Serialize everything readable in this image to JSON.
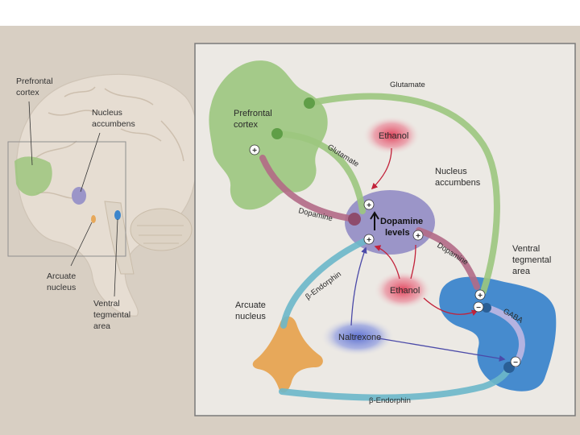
{
  "left_panel": {
    "labels": {
      "prefrontal_cortex": [
        "Prefrontal",
        "cortex"
      ],
      "nucleus_accumbens": [
        "Nucleus",
        "accumbens"
      ],
      "arcuate_nucleus": [
        "Arcuate",
        "nucleus"
      ],
      "ventral_tegmental_area": [
        "Ventral",
        "tegmental",
        "area"
      ]
    }
  },
  "right_panel": {
    "regions": {
      "prefrontal_cortex": [
        "Prefrontal",
        "cortex"
      ],
      "nucleus_accumbens": [
        "Nucleus",
        "accumbens"
      ],
      "dopamine_levels": [
        "Dopamine",
        "levels"
      ],
      "ventral_tegmental_area": [
        "Ventral",
        "tegmental",
        "area"
      ],
      "arcuate_nucleus": [
        "Arcuate",
        "nucleus"
      ]
    },
    "drugs": {
      "ethanol_top": "Ethanol",
      "ethanol_bottom": "Ethanol",
      "naltrexone": "Naltrexone"
    },
    "pathways": {
      "glutamate_top": "Glutamate",
      "glutamate_mid": "Glutamate",
      "dopamine_to_pfc": "Dopamine",
      "dopamine_from_vta": "Dopamine",
      "gaba": "GABA",
      "endorphin_arc": "β-Endorphin",
      "endorphin_bottom": "β-Endorphin"
    },
    "signs": {
      "plus": "+",
      "minus": "−"
    }
  },
  "colors": {
    "backdrop": "#d8cfc3",
    "panel": "#ece9e4",
    "pfc": "#9cc67e",
    "nac": "#9b95c8",
    "vta": "#3d86cc",
    "arcuate": "#e7a85a",
    "glutamate": "#9cc67e",
    "dopamine": "#b36a86",
    "ethanol": "#c2223a",
    "naltrexone": "#5a59b5",
    "endorphin": "#6cb7c9"
  }
}
